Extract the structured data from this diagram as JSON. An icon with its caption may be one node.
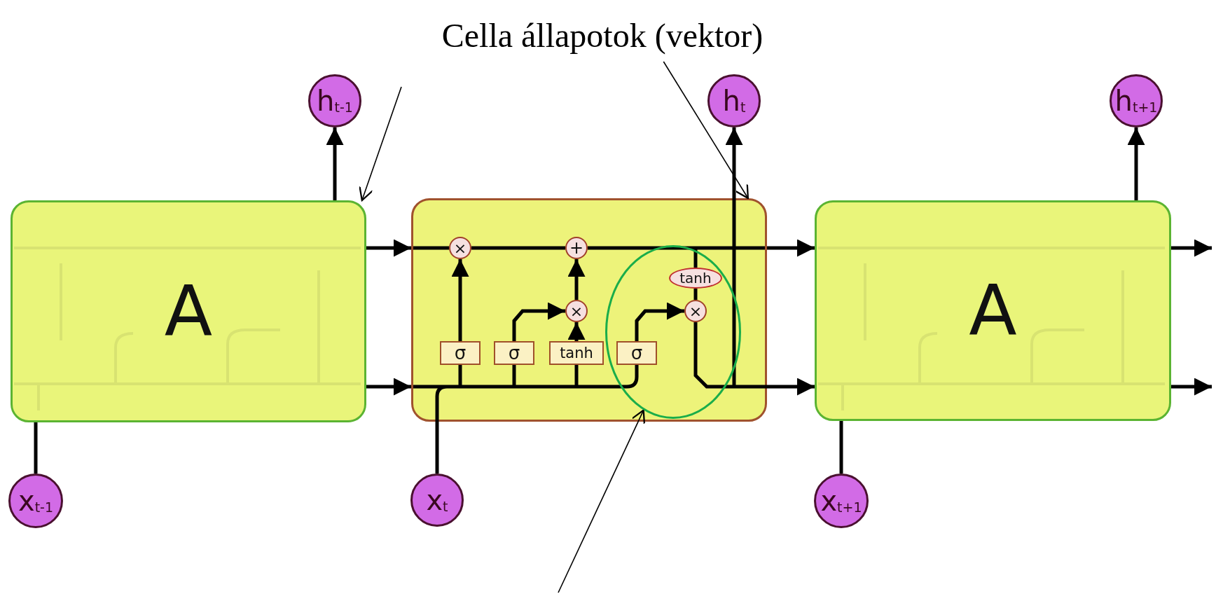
{
  "diagram": {
    "nodes": [
      {
        "text": [
          "Cella állapotok (vektor)"
        ]
      },
      {
        "text": [
          "A"
        ]
      },
      {
        "text": [],
        "shape": "box"
      },
      {
        "text": [
          "A"
        ]
      },
      {
        "text": [
          "h$_{t-1}$"
        ]
      },
      {
        "text": [
          "h$_{t}$"
        ]
      },
      {
        "text": [
          "h$_{t+1}$"
        ]
      },
      {
        "text": [
          "x$_{t-1}$"
        ]
      },
      {
        "text": [
          "x$_{t}$"
        ]
      },
      {
        "text": [
          "x$_{t+1}$"
        ]
      },
      {
        "text": [
          "×"
        ],
        "in": 2
      },
      {
        "text": [
          "+"
        ],
        "in": 2
      },
      {
        "text": [
          "×"
        ],
        "in": 2
      },
      {
        "text": [
          "σ"
        ],
        "in": 2
      },
      {
        "text": [
          "σ"
        ],
        "in": 2
      },
      {
        "text": [
          "tanh"
        ],
        "in": 2
      },
      {
        "text": [],
        "shape": "ellipse",
        "in": 2
      },
      {
        "text": [
          "tanh"
        ],
        "in": 16
      },
      {
        "text": [
          "×"
        ],
        "in": 16
      },
      {
        "text": [
          "σ"
        ],
        "in": 16
      }
    ],
    "edges": [
      {
        "from": 1,
        "to": 2,
        "arrow": "to"
      },
      {
        "from": 1,
        "to": 2,
        "arrow": "to"
      },
      {
        "from": 2,
        "to": 3,
        "arrow": "to"
      },
      {
        "from": 2,
        "to": 3,
        "arrow": "to"
      },
      {
        "from": 3,
        "to": null,
        "arrow": "to"
      },
      {
        "from": 3,
        "to": null,
        "arrow": "to"
      },
      {
        "from": 1,
        "to": 4,
        "arrow": "to"
      },
      {
        "from": 2,
        "to": 5,
        "arrow": "to"
      },
      {
        "from": 3,
        "to": 6,
        "arrow": "to"
      },
      {
        "from": 7,
        "to": 1,
        "arrow": "none"
      },
      {
        "from": 8,
        "to": 2,
        "arrow": "none"
      },
      {
        "from": 9,
        "to": 3,
        "arrow": "none"
      },
      {
        "from": 13,
        "to": 10,
        "arrow": "to"
      },
      {
        "from": 14,
        "to": 12,
        "arrow": "to"
      },
      {
        "from": 15,
        "to": 12,
        "arrow": "to"
      },
      {
        "from": 12,
        "to": 11,
        "arrow": "to"
      },
      {
        "from": 19,
        "to": 18,
        "arrow": "to"
      },
      {
        "from": 17,
        "to": 18,
        "arrow": "none"
      },
      {
        "from": 10,
        "to": 11,
        "arrow": "none"
      },
      {
        "from": null,
        "to": 1,
        "arrow": "to"
      },
      {
        "from": 0,
        "to": 2,
        "arrow": "to"
      },
      {
        "from": null,
        "to": 16,
        "arrow": "to"
      },
      {
        "from": 18,
        "to": 2,
        "arrow": "none"
      }
    ]
  }
}
